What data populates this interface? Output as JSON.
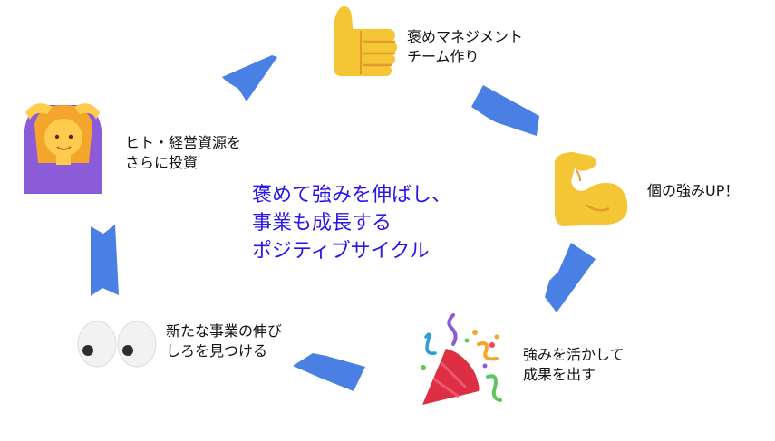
{
  "colors": {
    "arrow": "#4a7fe4",
    "center_text": "#2a14ee",
    "label_text": "#111111"
  },
  "nodes": [
    {
      "id": "thumbs",
      "icon": "thumbs-up-icon",
      "lines": [
        "褒めマネジメント",
        "チーム作り"
      ]
    },
    {
      "id": "muscle",
      "icon": "flexed-biceps-icon",
      "lines": [
        "個の強みUP！"
      ]
    },
    {
      "id": "party",
      "icon": "party-popper-icon",
      "lines": [
        "強みを活かして",
        "成果を出す"
      ]
    },
    {
      "id": "eyes",
      "icon": "eyes-icon",
      "lines": [
        "新たな事業の伸び",
        "しろを見つける"
      ]
    },
    {
      "id": "woman",
      "icon": "woman-ok-gesture-icon",
      "lines": [
        "ヒト・経営資源を",
        "さらに投資"
      ]
    }
  ],
  "center": {
    "lines": [
      "褒めて強みを伸ばし、",
      "事業も成長する",
      "ポジティブサイクル"
    ]
  }
}
